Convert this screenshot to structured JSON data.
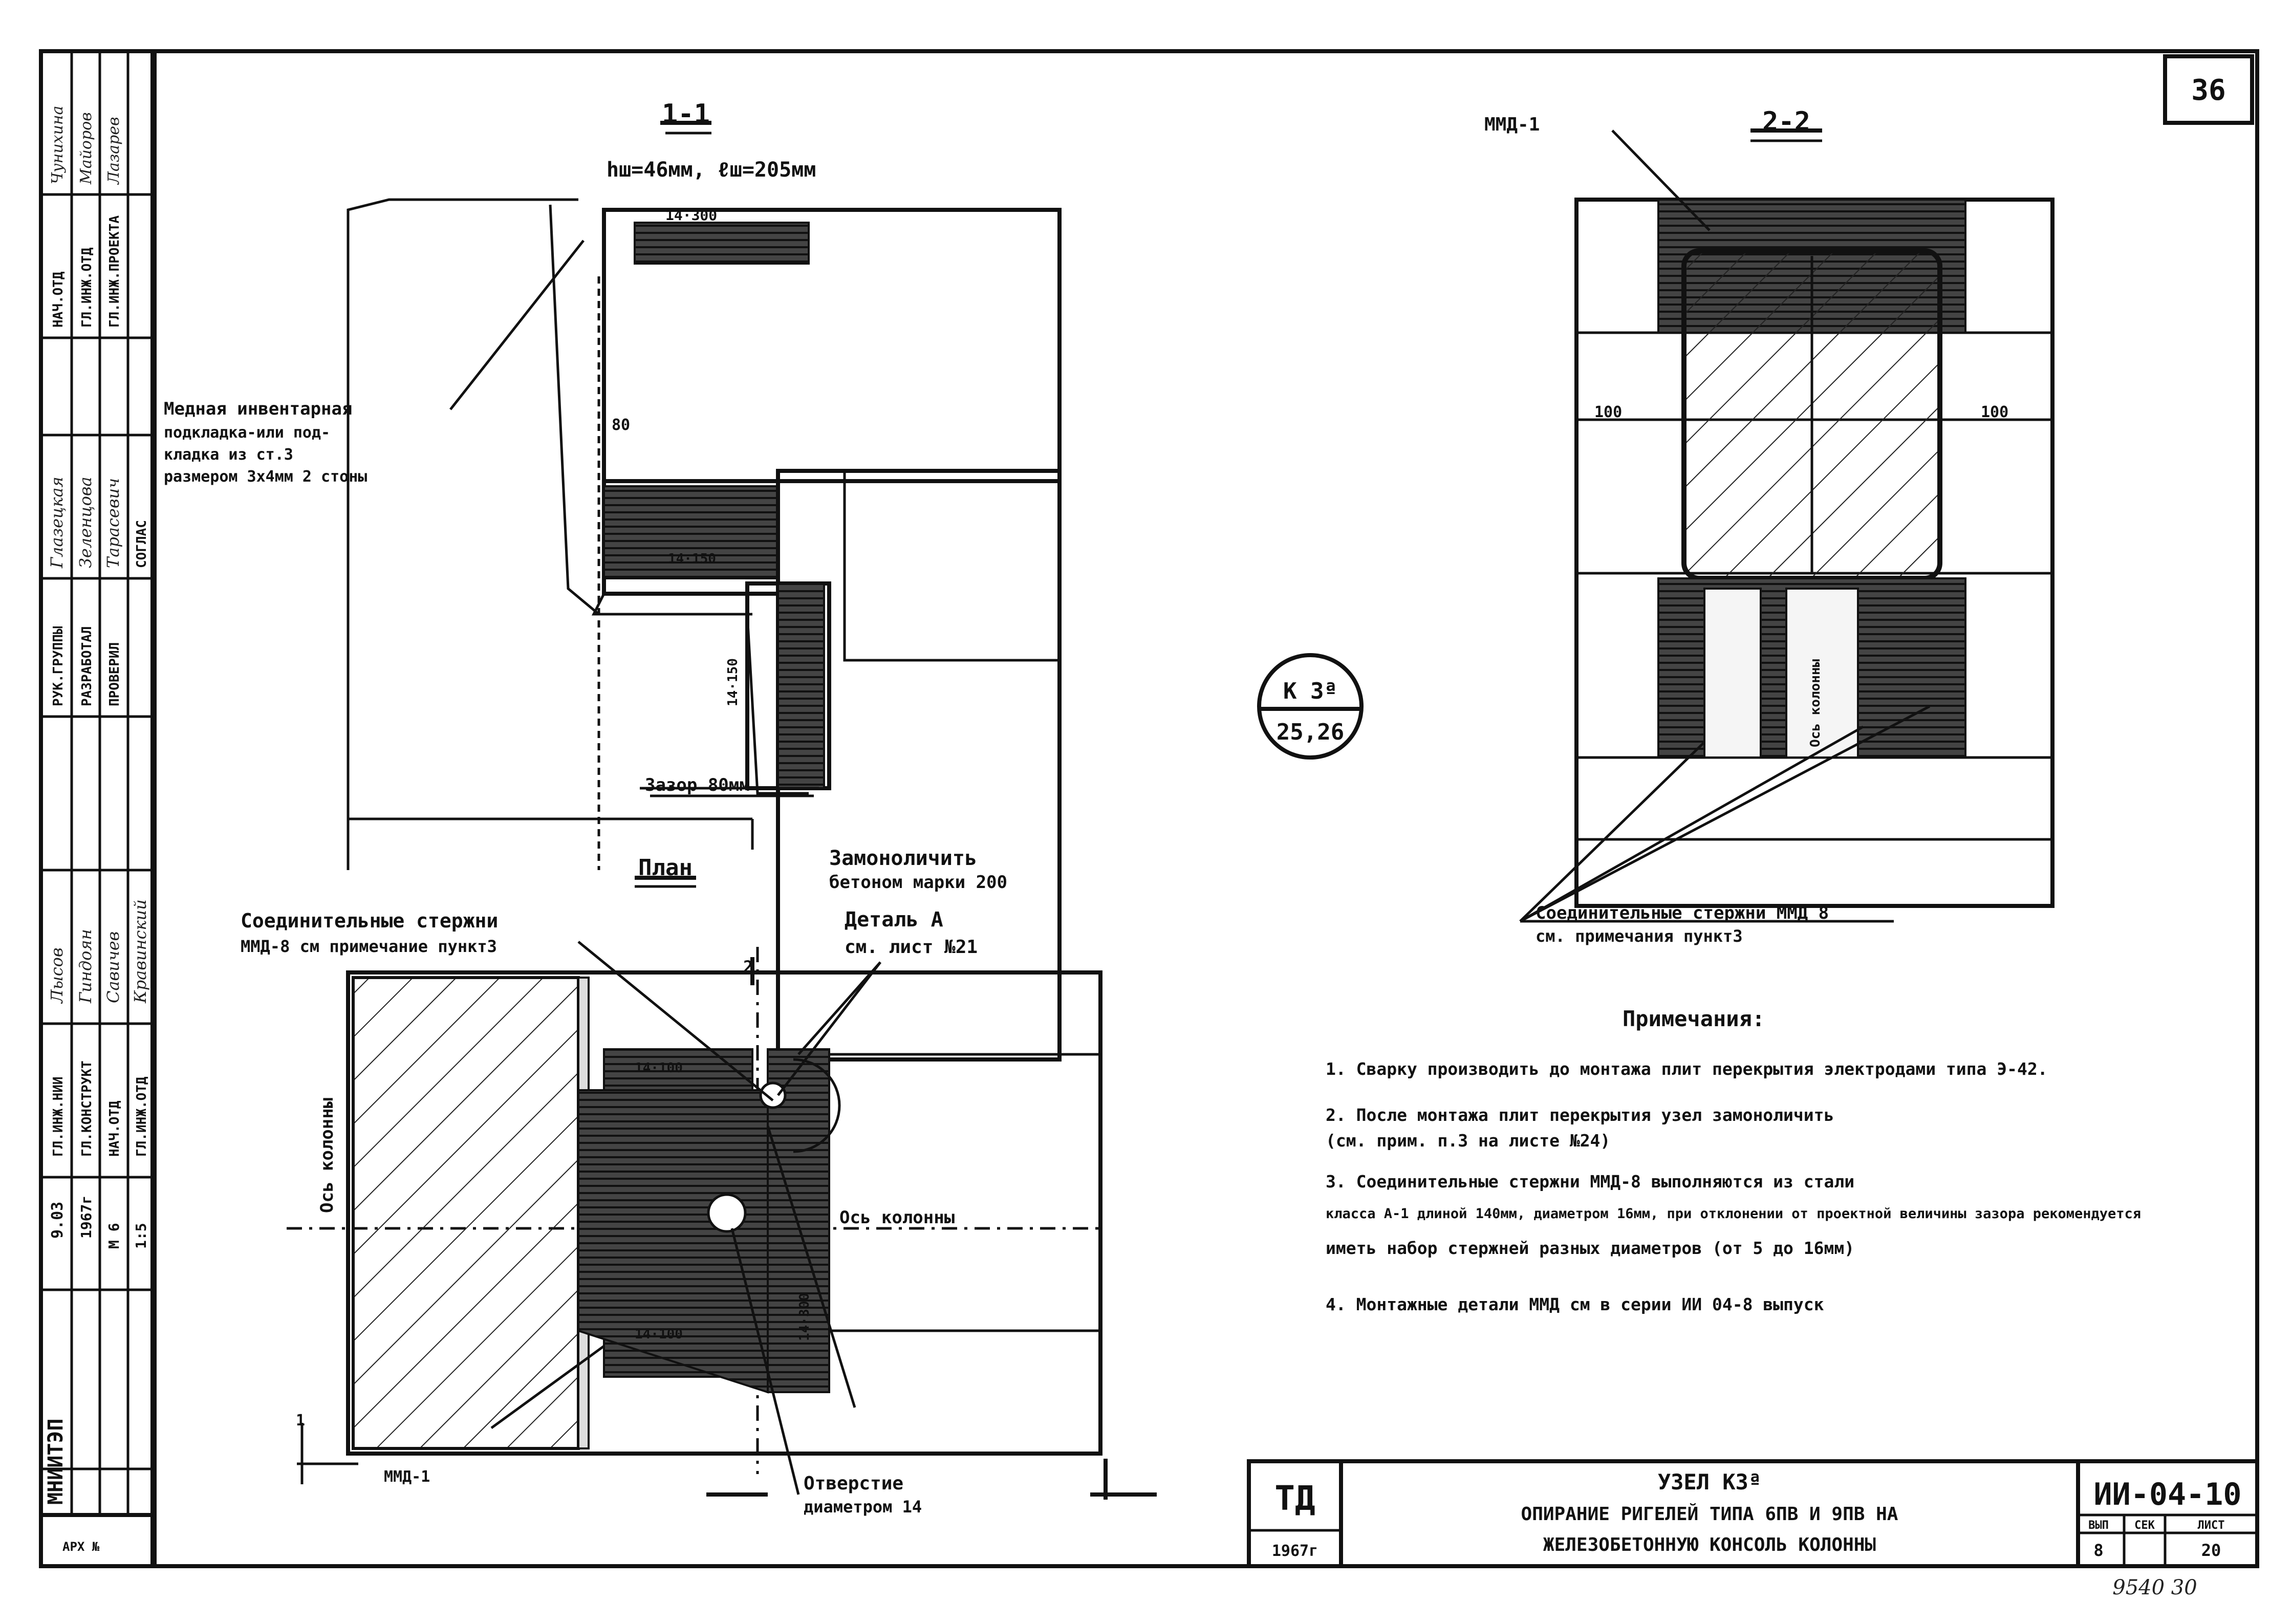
{
  "sheet": {
    "page_number": "36",
    "org": "МНИИТЭП",
    "series_code": "ИИ-04-10",
    "year_tag": "ТД",
    "year": "1967г",
    "issue_label": "ВЫП",
    "section_label": "СЕК",
    "sheet_label": "ЛИСТ",
    "issue_value": "8",
    "sheet_value": "20",
    "archive_number": "9540 30",
    "node_circle_top": "К 3ª",
    "node_circle_bottom": "25,26",
    "title_line1": "УЗЕЛ К3ª",
    "title_line2": "ОПИРАНИЕ РИГЕЛЕЙ ТИПА 6ПВ И 9ПВ НА",
    "title_line3": "ЖЕЛЕЗОБЕТОННУЮ КОНСОЛЬ КОЛОННЫ"
  },
  "stamp": {
    "row_top": [
      {
        "role": "ГЛ.ИНЖ.НИИ",
        "name": "Лысов"
      },
      {
        "role": "ГЛ.КОНСТРУКТ",
        "name": "Гиндоян"
      },
      {
        "role": "НАЧ.ОТД",
        "name": "Савичев"
      },
      {
        "role": "ГЛ.ИНЖ.ОТД",
        "name": "Кравинский"
      }
    ],
    "row_mid": [
      {
        "role": "РУК.ГРУППЫ",
        "name": "Глазецкая"
      },
      {
        "role": "РАЗРАБОТАЛ",
        "name": "Зеленцова"
      },
      {
        "role": "ПРОВЕРИЛ",
        "name": "Тарасевич"
      }
    ],
    "row_bottom": [
      {
        "role": "НАЧ.ОТД",
        "name": "Чунихина"
      },
      {
        "role": "ГЛ.ИНЖ.ОТД",
        "name": "Майоров"
      },
      {
        "role": "ГЛ.ИНЖ.ПРОЕКТА",
        "name": "Лазарев"
      }
    ],
    "agreed_label": "СОГЛАС",
    "scale_label": "М 6",
    "scale_value": "1:5",
    "date_label": "9.03",
    "date_value": "1967г",
    "arch_label": "АРХ №"
  },
  "section_11": {
    "title": "1-1",
    "weld_label": "hш=46мм, ℓш=205мм",
    "top_dim": "14·300",
    "mid_dim": "80",
    "bottom_dim": "14·150",
    "bottom_dim2": "14·150",
    "gap_label": "Зазор 80мм",
    "copper_note_l1": "Медная инвентарная",
    "copper_note_l2": "подкладка-или под-",
    "copper_note_l3": "кладка из ст.3",
    "copper_note_l4": "размером 3х4мм 2 стоны"
  },
  "section_22": {
    "title": "2-2",
    "mmd_label": "ММД-1",
    "dim_left": "100",
    "dim_right": "100",
    "axis_label": "Ось колонны",
    "rods_l1": "Соединительные стержни ММД 8",
    "rods_l2": "см. примечания пункт3"
  },
  "plan": {
    "title": "План",
    "monolith_l1": "Замоноличить",
    "monolith_l2": "бетоном марки 200",
    "detail_l1": "Деталь А",
    "detail_l2": "см. лист №21",
    "rods_l1": "Соединительные стержни",
    "rods_l2": "ММД-8 см примечание пункт3",
    "axis_left": "Ось колонны",
    "axis_right": "Ось колонны",
    "dim_top": "14·100",
    "dim_bottom": "14·100",
    "dim_side": "14·300",
    "mmd_label": "ММД-1",
    "hole_l1": "Отверстие",
    "hole_l2": "диаметром 14",
    "cut_label": "1",
    "cut_label2": "2"
  },
  "notes": {
    "title": "Примечания:",
    "items": [
      "1. Сварку производить до монтажа плит перекрытия электродами типа Э-42.",
      "2. После монтажа плит перекрытия узел замоноличить",
      "   (см. прим. п.3 на листе №24)",
      "3. Соединительные стержни ММД-8 выполняются из стали",
      "   класса А-1 длиной 140мм, диаметром 16мм, при отклонении от проектной величины зазора рекомендуется",
      "   иметь набор стержней разных диаметров (от 5 до 16мм)",
      "4. Монтажные детали ММД см в серии ИИ 04-8 выпуск"
    ]
  }
}
